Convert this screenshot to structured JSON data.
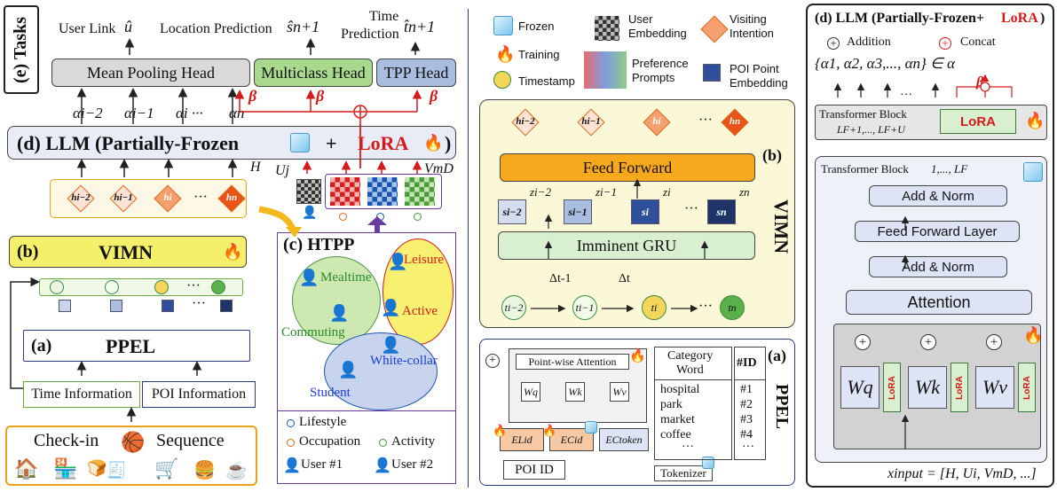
{
  "tasks_label": "(e) Tasks",
  "outputs": {
    "user_link": "User Link",
    "user_link_sym": "û",
    "location": "Location Prediction",
    "location_sym": "ŝn+1",
    "time": "Time",
    "time2": "Prediction",
    "time_sym": "t̂n+1"
  },
  "heads": {
    "mean_pooling": "Mean Pooling Head",
    "multiclass": "Multiclass Head",
    "tpp": "TPP Head"
  },
  "beta": "β",
  "alphas": [
    "αi−2",
    "αi−1",
    "αi ···",
    "αn"
  ],
  "llm_bar": {
    "prefix": "(d) LLM (Partially-Frozen",
    "plus": "+",
    "lora": "LoRA",
    "suffix": ")"
  },
  "H": "H",
  "Uj": "Uj",
  "Vm": "VmD",
  "h_nodes": [
    "hi−2",
    "hi−1",
    "hi",
    "···",
    "hn"
  ],
  "vimn_left": {
    "tag": "(b)",
    "label": "VIMN"
  },
  "ppel_left": {
    "tag": "(a)",
    "label": "PPEL"
  },
  "time_info": "Time Information",
  "poi_info": "POI Information",
  "checkin": {
    "a": "Check-in",
    "b": "Sequence"
  },
  "dots": "···",
  "htpp": {
    "title": "(c) HTPP",
    "mealtime": "Mealtime",
    "leisure": "Leisure",
    "commuting": "Commuting",
    "active": "Active",
    "white_collar": "White-collar",
    "student": "Student"
  },
  "htpp_legend": {
    "lifestyle": "Lifestyle",
    "occupation": "Occupation",
    "activity": "Activity",
    "user1": "User #1",
    "user2": "User #2"
  },
  "legend": {
    "frozen": "Frozen",
    "training": "Training",
    "timestamp": "Timestamp",
    "user_emb": "User",
    "user_emb2": "Embedding",
    "pref": "Preference",
    "pref2": "Prompts",
    "visiting": "Visiting",
    "visiting2": "Intention",
    "poi_emb": "POI Point",
    "poi_emb2": "Embedding"
  },
  "vimn_detail": {
    "tag": "(b)",
    "title": "VIMN",
    "feed_forward": "Feed Forward",
    "gru": "Imminent GRU",
    "z": [
      "zi−2",
      "zi−1",
      "zi",
      "zn"
    ],
    "s": [
      "si−2",
      "si−1",
      "si",
      "sn"
    ],
    "t": [
      "ti−2",
      "ti−1",
      "ti",
      "tn"
    ],
    "dt1": "Δt-1",
    "dt2": "Δt"
  },
  "ppel_detail": {
    "tag": "(a)",
    "title": "PPEL",
    "pw_attention": "Point-wise Attention",
    "wq": "Wq",
    "wk": "Wk",
    "wv": "Wv",
    "e_lid": "ELid",
    "e_cid": "ECid",
    "e_ctoken": "ECtoken",
    "poi_id": "POI ID",
    "tokenizer": "Tokenizer",
    "cat_word": "Category",
    "cat_word2": "Word",
    "id_header": "#ID",
    "categories": [
      "hospital",
      "park",
      "market",
      "coffee",
      "···"
    ],
    "ids": [
      "#1",
      "#2",
      "#3",
      "#4",
      "···"
    ]
  },
  "llm_detail": {
    "title_a": "(d) LLM (Partially-Frozen+",
    "title_lora": "LoRA",
    "title_b": ")",
    "addition": "Addition",
    "concat": "Concat",
    "alpha_set": "{α1, α2, α3,..., αn} ∈ α",
    "beta": "β",
    "tb_lora": "Transformer Block",
    "tb_lora_range": "LF+1,..., LF+U",
    "lora": "LoRA",
    "tb_frozen": "Transformer Block",
    "tb_frozen_range": "1,..., LF",
    "add_norm": "Add & Norm",
    "ffl": "Feed Forward Layer",
    "attention": "Attention",
    "wq": "Wq",
    "wk": "Wk",
    "wv": "Wv",
    "lora_small": "LoRA",
    "x_input": "xinput = [H, Ui, VmD, ...]",
    "dots": "···"
  },
  "colors": {
    "head_gray": "#d9d9d9",
    "head_green": "#a9d98c",
    "head_blue": "#a8bde0",
    "vimn_yellow": "#f4f06a",
    "llm_bar": "#e8ecf6",
    "ff_orange": "#f7a81c",
    "red": "#d61a1a"
  }
}
